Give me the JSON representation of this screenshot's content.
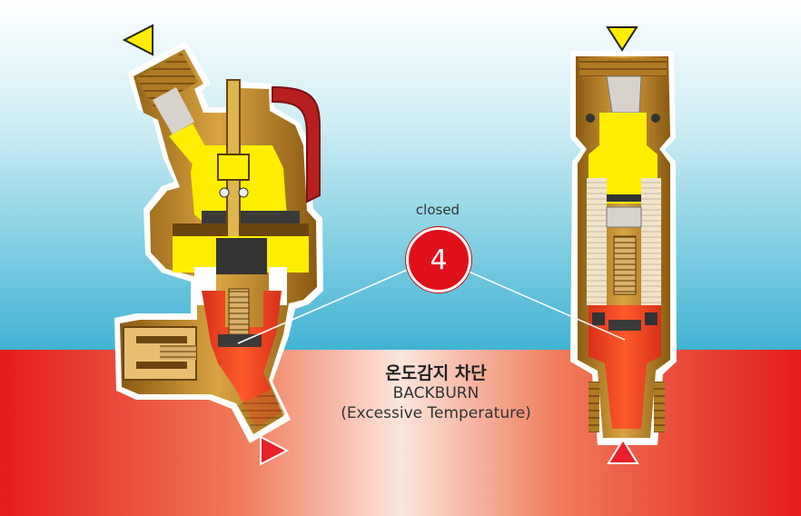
{
  "status_label": "closed",
  "badge_number": "4",
  "caption": {
    "korean": "온도감지 차단",
    "english": "BACKBURN",
    "detail": "(Excessive Temperature)"
  },
  "colors": {
    "background_cool": "#4bb7d6",
    "background_hot": "#e8201f",
    "body_brass": "#c8902f",
    "flow_yellow": "#ffee00",
    "flow_hot": "#ee3a1a",
    "handle_red": "#b82020",
    "badge_red": "#e0101a",
    "arrow_yellow": "#ffee00",
    "arrow_red": "#e8202a"
  },
  "icons": [
    "inlet-arrow-icon",
    "outlet-arrow-icon"
  ]
}
